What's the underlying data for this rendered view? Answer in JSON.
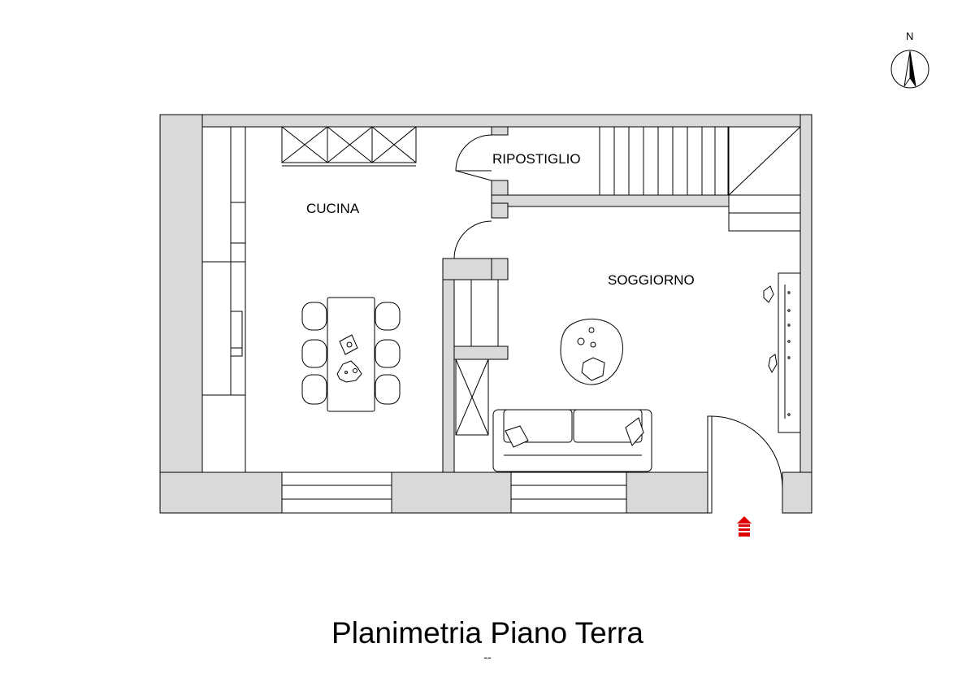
{
  "rooms": {
    "cucina": "CUCINA",
    "ripostiglio": "RIPOSTIGLIO",
    "soggiorno": "SOGGIORNO"
  },
  "compass": {
    "label": "N"
  },
  "title": "Planimetria Piano Terra",
  "subtitle": "--",
  "colors": {
    "wall": "#d9d9d9",
    "line": "#000000",
    "entrance_arrow": "#e00000"
  },
  "icons": {
    "entrance": "entrance-arrow-icon",
    "north": "north-arrow-icon"
  }
}
